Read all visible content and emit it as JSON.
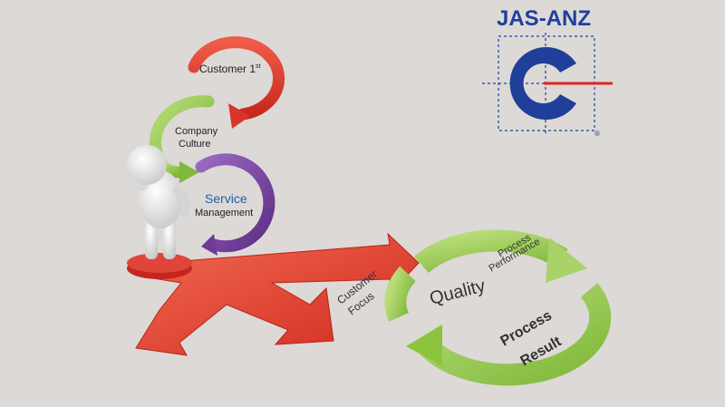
{
  "labels": {
    "customer_first": "Customer 1",
    "customer_first_sup": "st",
    "company_culture_line1": "Company",
    "company_culture_line2": "Culture",
    "service": "Service",
    "management": "Management",
    "quality": "Quality",
    "customer_focus_line1": "Customer",
    "customer_focus_line2": "Focus",
    "process_performance_line1": "Process",
    "process_performance_line2": "Performance",
    "process_result_line1": "Process",
    "process_result_line2": "Result"
  },
  "logo": {
    "text": "JAS-ANZ",
    "registered": "®"
  },
  "colors": {
    "background": "#dcd9d7",
    "red": "#d8342c",
    "green": "#8cc43e",
    "purple": "#6e3a96",
    "logo_blue": "#1f3f9a",
    "logo_red": "#e02424",
    "service_blue": "#1f5fb0"
  }
}
